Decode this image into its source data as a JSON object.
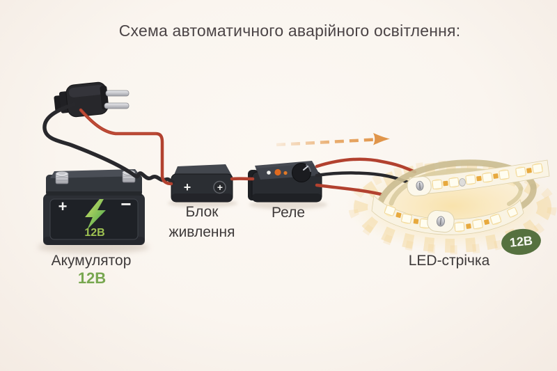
{
  "title": "Схема автоматичного аварійного освітлення:",
  "battery": {
    "label": "Акумулятор",
    "voltage": "12В",
    "panel_voltage": "12В",
    "plus": "+",
    "minus": "−"
  },
  "power_supply": {
    "label_line1": "Блок",
    "label_line2": "живлення",
    "terminal_a": "+",
    "terminal_b": "+"
  },
  "relay": {
    "label": "Реле"
  },
  "led_strip": {
    "label": "LED-стрічка",
    "badge": "12В"
  },
  "colors": {
    "background": "#faf5ef",
    "title_text": "#4b4446",
    "label_text": "#3e3a3a",
    "accent_green": "#78a750",
    "badge_green": "#56713f",
    "bolt_green": "#3ea24b",
    "wire_red": "#b2412f",
    "wire_black": "#28282c",
    "arrow_orange": "#e0954a",
    "glow_gold": "#f7d88e"
  }
}
